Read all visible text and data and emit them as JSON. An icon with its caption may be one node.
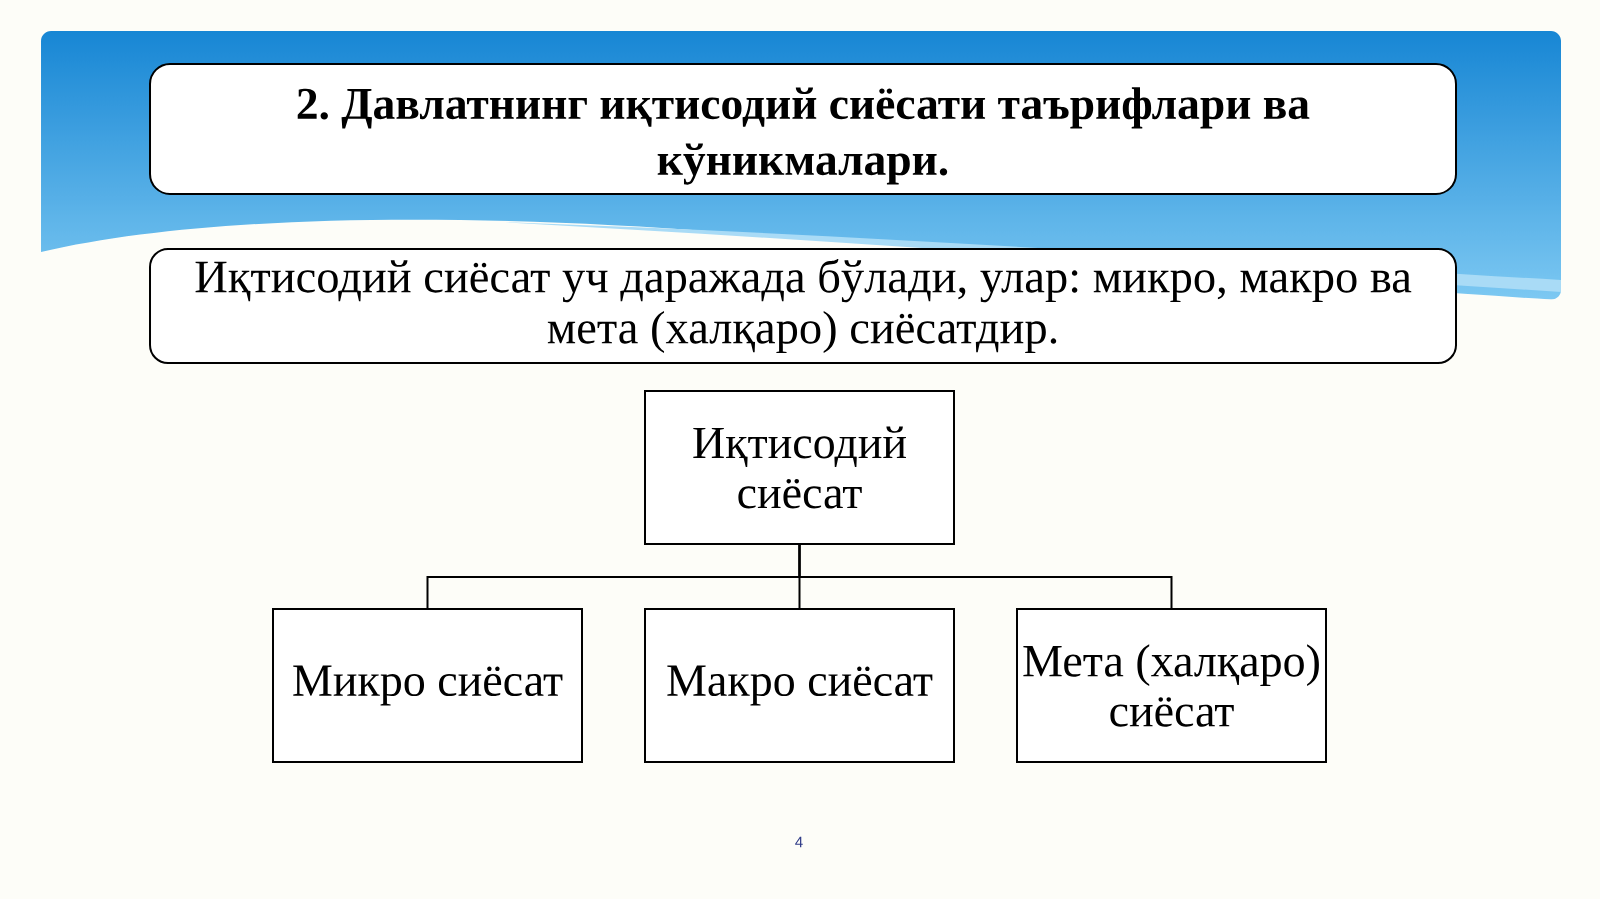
{
  "diagram": {
    "title": "2. Давлатнинг иқтисодий сиёсати таърифлари ва кўникмалари.",
    "nodes": [
      {
        "text": [
          "Иқтисодий сиёсат уч даражада бўлади, улар: микро, макро ва мета (халқаро) сиёсатдир."
        ]
      },
      {
        "text": [
          "Иқтисодий сиёсат"
        ]
      },
      {
        "text": [
          "Микро сиёсат"
        ]
      },
      {
        "text": [
          "Макро сиёсат"
        ]
      },
      {
        "text": [
          "Мета (халқаро) сиёсат"
        ]
      }
    ],
    "edges": [
      {
        "from": 1,
        "to": 2,
        "arrow": "none"
      },
      {
        "from": 1,
        "to": 3,
        "arrow": "none"
      },
      {
        "from": 1,
        "to": 4,
        "arrow": "none"
      }
    ],
    "labels": [
      "4"
    ]
  }
}
